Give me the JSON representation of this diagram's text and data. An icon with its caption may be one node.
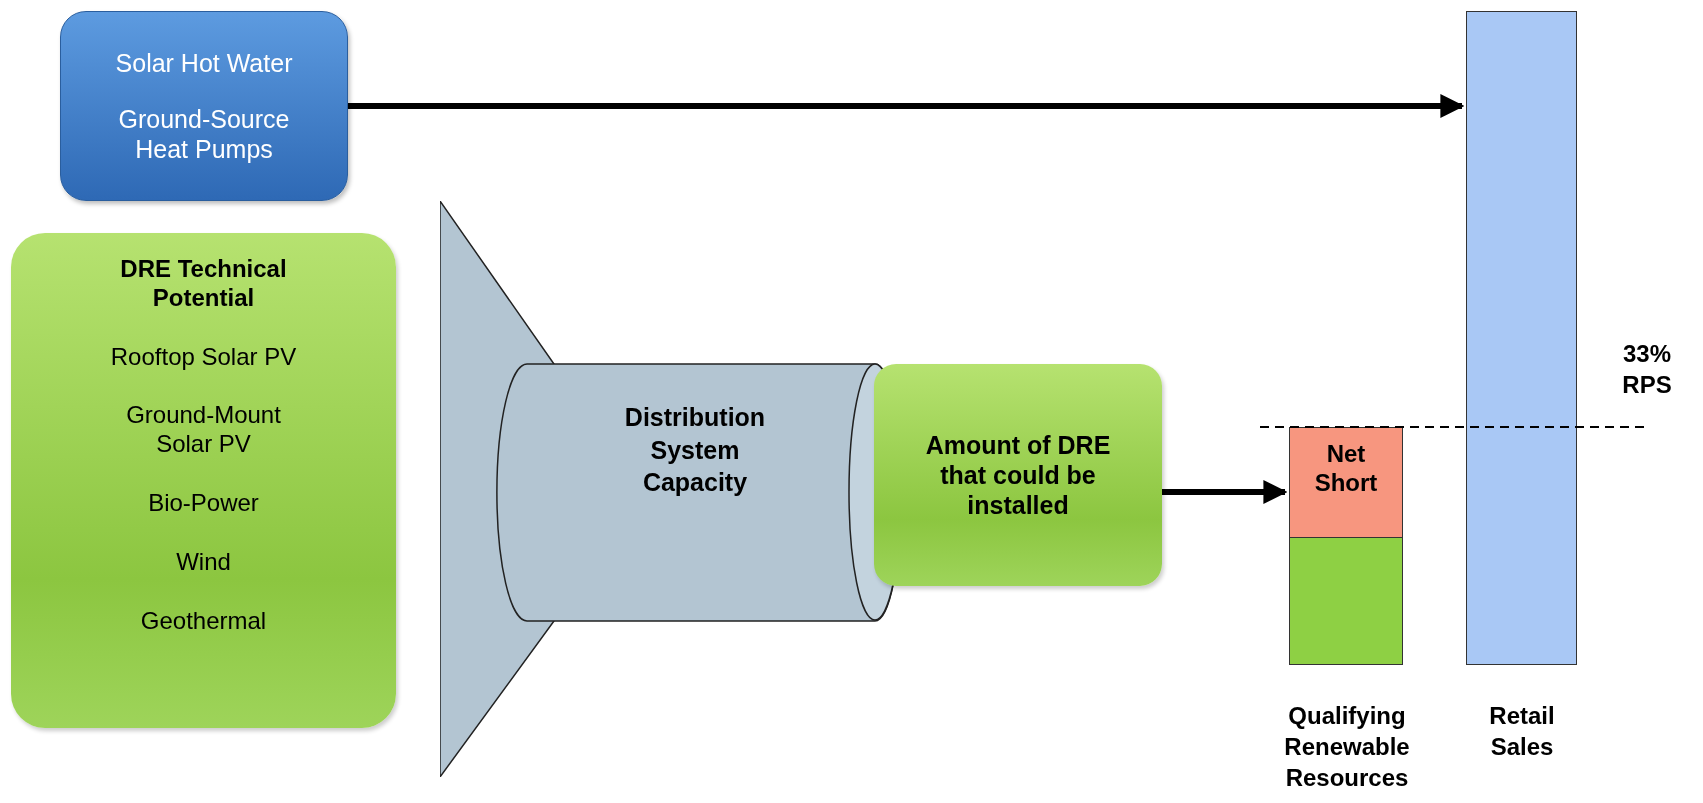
{
  "diagram": {
    "nodes": [
      {
        "text": [
          "Solar Hot Water",
          "Ground-Source Heat Pumps"
        ]
      },
      {
        "text": [
          "DRE Technical Potential",
          "Rooftop Solar PV",
          "Ground-Mount Solar PV",
          "Bio-Power",
          "Wind",
          "Geothermal"
        ]
      },
      {
        "text": [
          "Distribution System Capacity"
        ]
      },
      {
        "text": [
          "Amount of DRE that could be installed"
        ]
      },
      {
        "text": [
          "Net Short"
        ]
      },
      {
        "text": [],
        "shape": "bar",
        "beside": [
          "Qualifying Renewable Resources"
        ]
      },
      {
        "text": [],
        "shape": "bar",
        "beside": [
          "Retail Sales"
        ]
      }
    ],
    "edges": [
      {
        "from": 0,
        "to": 6,
        "arrow": "to"
      },
      {
        "from": 3,
        "to": 4,
        "arrow": "to"
      }
    ],
    "labels": [
      "33% RPS"
    ]
  }
}
